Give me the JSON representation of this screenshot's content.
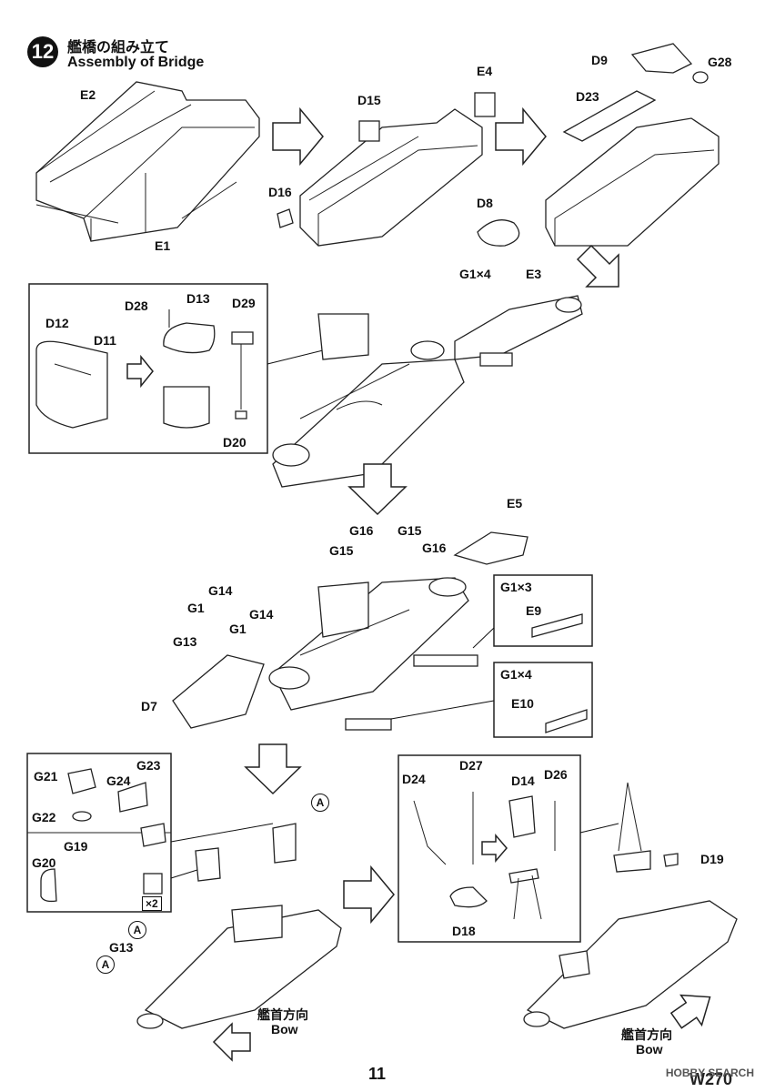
{
  "step": {
    "number": "12",
    "title_jp": "艦橋の組み立て",
    "title_en": "Assembly of Bridge"
  },
  "labels": {
    "E2": "E2",
    "E1": "E1",
    "D15": "D15",
    "E4": "E4",
    "D16": "D16",
    "D9": "D9",
    "G28": "G28",
    "D23": "D23",
    "D8": "D8",
    "D28": "D28",
    "D13": "D13",
    "D29": "D29",
    "D12": "D12",
    "D11": "D11",
    "D20": "D20",
    "G1x4_top": "G1×4",
    "E3": "E3",
    "E5": "E5",
    "G16a": "G16",
    "G15a": "G15",
    "G15b": "G15",
    "G16b": "G16",
    "G14a": "G14",
    "G1a": "G1",
    "G14b": "G14",
    "G13a": "G13",
    "G1b": "G1",
    "D7": "D7",
    "G1x3": "G1×3",
    "E9": "E9",
    "G1x4_mid": "G1×4",
    "E10": "E10",
    "G21": "G21",
    "G23": "G23",
    "G24": "G24",
    "G22": "G22",
    "G19": "G19",
    "G20": "G20",
    "G13b": "G13",
    "D24": "D24",
    "D27": "D27",
    "D14": "D14",
    "D26": "D26",
    "D18": "D18",
    "D19": "D19"
  },
  "marker_A": "A",
  "multiplier": "×2",
  "bow_jp": "艦首方向",
  "bow_en": "Bow",
  "page_number": "11",
  "model_code": "W270",
  "watermark": "HOBBY SEARCH"
}
